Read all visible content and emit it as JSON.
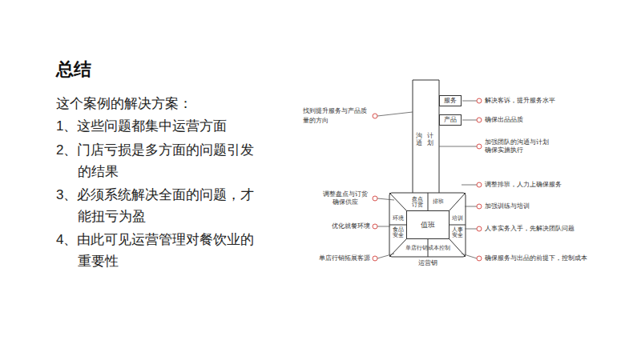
{
  "diagram": {
    "title": "总结",
    "nodes": [
      {
        "text": [
          "服务"
        ]
      },
      {
        "text": [
          "产品"
        ]
      },
      {
        "text": [
          "盘点订货"
        ]
      },
      {
        "text": [
          "排班"
        ]
      },
      {
        "text": [
          "环境"
        ]
      },
      {
        "text": [
          "培训"
        ]
      },
      {
        "text": [
          "值班"
        ]
      },
      {
        "text": [
          "食品安全"
        ]
      },
      {
        "text": [
          "人事安全"
        ]
      },
      {
        "text": [
          "单店行销"
        ]
      },
      {
        "text": [
          "成本控制"
        ]
      }
    ],
    "labels": [
      "这个案例的解决方案：",
      "1、这些问题都集中运营方面",
      "2、门店亏损是多方面的问题引发 的结果",
      "3、必须系统解决全面的问题，才 能扭亏为盈",
      "4、由此可见运营管理对餐饮业的 重要性",
      "沟通",
      "计划",
      "运营钥",
      "解决客诉，提升服务水平",
      "确保出品品质",
      "加强团队的沟通与计划 确保实施执行",
      "调整排班，人力上确保服务",
      "加强训练与培训",
      "人事实务入手，先解决团队问题",
      "确保服务与出品的前提下，控制成本",
      "找到提升服务与产品质 量的方向",
      "调整盘点与订货 确保供应",
      "优化就餐环境",
      "单店行销拓展客源"
    ]
  }
}
